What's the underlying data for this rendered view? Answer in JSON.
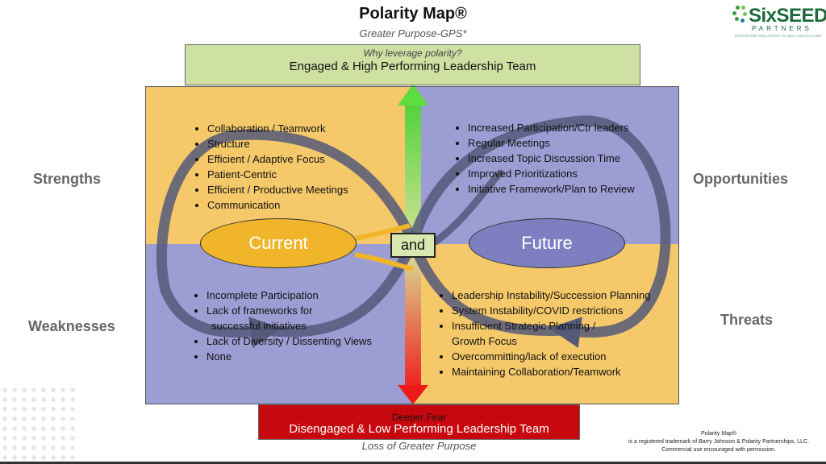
{
  "header": {
    "title": "Polarity Map®",
    "subtitle": "Greater Purpose-GPS*"
  },
  "logo": {
    "name": "SixSEED",
    "sub": "PARTNERS",
    "tagline": "INTEGRATED SOLUTIONS TO HEAL HEALTHCARE"
  },
  "top_box": {
    "question": "Why leverage polarity?",
    "text": "Engaged & High Performing Leadership Team"
  },
  "bottom_box": {
    "question": "Deeper Fear",
    "text": "Disengaged & Low Performing Leadership Team"
  },
  "bottom_caption": "Loss of Greater Purpose",
  "side_labels": {
    "strengths": "Strengths",
    "opportunities": "Opportunities",
    "weaknesses": "Weaknesses",
    "threats": "Threats"
  },
  "strengths": [
    "Collaboration / Teamwork",
    "Structure",
    "Efficient / Adaptive Focus",
    "Patient-Centric",
    "Efficient / Productive Meetings",
    "Communication"
  ],
  "opportunities": [
    "Increased Participation/Ctr leaders",
    "Regular Meetings",
    "Increased Topic Discussion Time",
    "Improved Prioritizations",
    "Initiative Framework/Plan to Review"
  ],
  "weaknesses": [
    "Incomplete Participation",
    "Lack of frameworks for",
    "Lack of Diversity / Dissenting Views",
    "None"
  ],
  "weaknesses_cont": "successful initiatives",
  "threats": [
    "Leadership Instability/Succession Planning",
    "System Instability/COVID restrictions",
    "Insufficient Strategic Planning /",
    "Overcommitting/lack of execution",
    "Maintaining Collaboration/Teamwork"
  ],
  "threats_cont": "Growth Focus",
  "poles": {
    "left": "Current",
    "center": "and",
    "right": "Future"
  },
  "trademark": {
    "line1": "Polarity Map®",
    "line2": "is a registered trademark of Barry Johnson & Polarity Partnerships, LLC.",
    "line3": "Commercial use encouraged with permission."
  },
  "colors": {
    "yellow_quadrant": "#f5c96a",
    "purple_quadrant": "#9c9dd2",
    "top_box": "#cfe0a3",
    "bottom_box": "#c8080f",
    "current_pole": "#f0b52a",
    "future_pole": "#7e7fc1",
    "logo_green": "#1b6a3a"
  }
}
